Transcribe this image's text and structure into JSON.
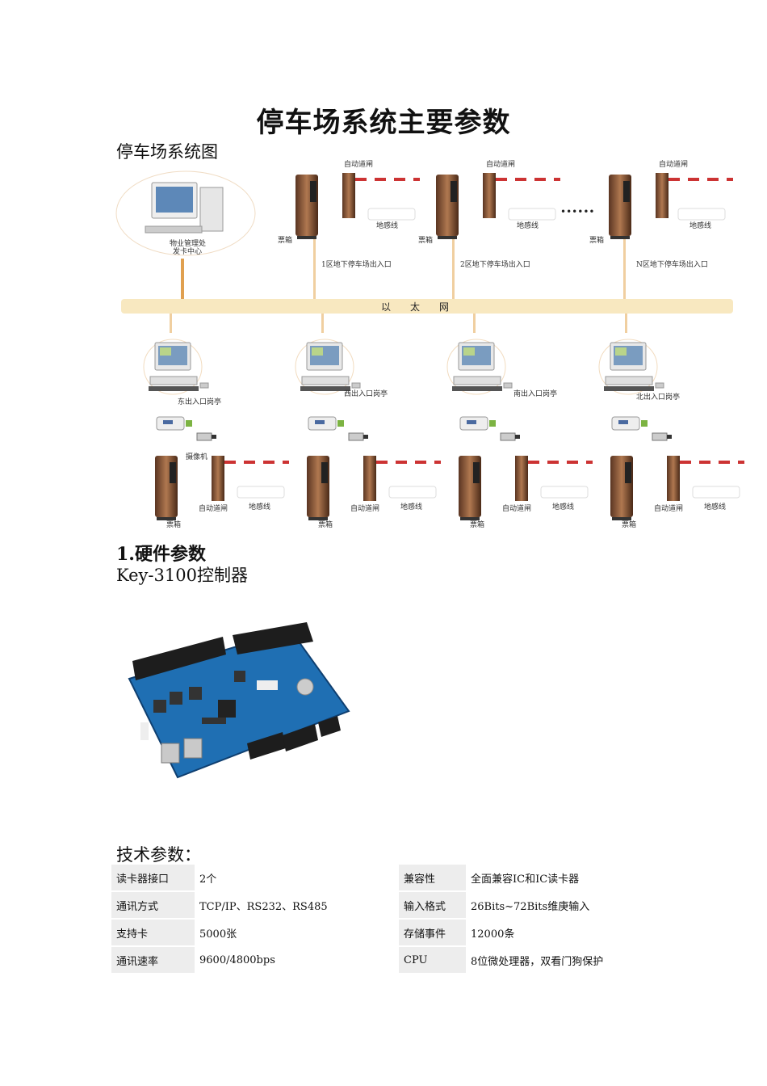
{
  "title": "停车场系统主要参数",
  "diagram_heading": "停车场系统图",
  "diagram": {
    "center_label": "物业管理处",
    "center_label2": "发卡中心",
    "network_label": "以　　太　　网",
    "barrier": "自动道闸",
    "ticket_box": "票箱",
    "loop": "地感线",
    "camera": "摄像机",
    "ellipsis": "••••••",
    "zones": [
      "1区地下停车场出入口",
      "2区地下停车场出入口",
      "N区地下停车场出入口"
    ],
    "booths": [
      "东出入口岗亭",
      "西出入口岗亭",
      "南出入口岗亭",
      "北出入口岗亭"
    ]
  },
  "hardware_heading": "1.硬件参数",
  "controller_model": "Key-3100控制器",
  "tech_heading": "技术参数：",
  "specs": [
    {
      "k1": "读卡器接口",
      "v1": "2个",
      "k2": "兼容性",
      "v2": "全面兼容IC和IC读卡器"
    },
    {
      "k1": "通讯方式",
      "v1": "TCP/IP、RS232、RS485",
      "k2": "输入格式",
      "v2": "26Bits~72Bits维庚输入"
    },
    {
      "k1": "支持卡",
      "v1": "5000张",
      "k2": "存储事件",
      "v2": "12000条"
    },
    {
      "k1": "通讯速率",
      "v1": "9600/4800bps",
      "k2": "CPU",
      "v2": "8位微处理器，双看门狗保护"
    }
  ]
}
